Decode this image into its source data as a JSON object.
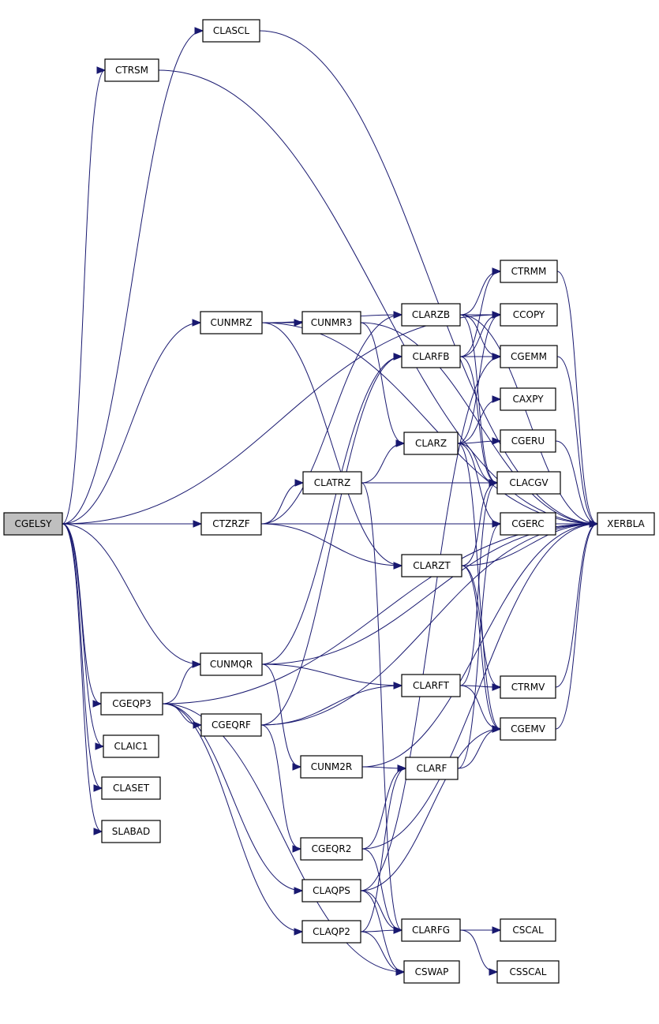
{
  "colors": {
    "edge": "#191970",
    "node_fill": "#ffffff",
    "root_fill": "#bfbfbf",
    "node_stroke": "#000000"
  },
  "nodes": [
    {
      "id": "CGELSY",
      "label": "CGELSY",
      "root": true
    },
    {
      "id": "CLASCL",
      "label": "CLASCL"
    },
    {
      "id": "CTRSM",
      "label": "CTRSM"
    },
    {
      "id": "CUNMRZ",
      "label": "CUNMRZ"
    },
    {
      "id": "CUNMR3",
      "label": "CUNMR3"
    },
    {
      "id": "CTZRZF",
      "label": "CTZRZF"
    },
    {
      "id": "CLATRZ",
      "label": "CLATRZ"
    },
    {
      "id": "CUNMQR",
      "label": "CUNMQR"
    },
    {
      "id": "CGEQP3",
      "label": "CGEQP3"
    },
    {
      "id": "CGEQRF",
      "label": "CGEQRF"
    },
    {
      "id": "CLAIC1",
      "label": "CLAIC1"
    },
    {
      "id": "CLASET",
      "label": "CLASET"
    },
    {
      "id": "SLABAD",
      "label": "SLABAD"
    },
    {
      "id": "CUNM2R",
      "label": "CUNM2R"
    },
    {
      "id": "CGEQR2",
      "label": "CGEQR2"
    },
    {
      "id": "CLAQPS",
      "label": "CLAQPS"
    },
    {
      "id": "CLAQP2",
      "label": "CLAQP2"
    },
    {
      "id": "CLARZB",
      "label": "CLARZB"
    },
    {
      "id": "CLARFB",
      "label": "CLARFB"
    },
    {
      "id": "CLARZ",
      "label": "CLARZ"
    },
    {
      "id": "CLARZT",
      "label": "CLARZT"
    },
    {
      "id": "CLARFT",
      "label": "CLARFT"
    },
    {
      "id": "CLARF",
      "label": "CLARF"
    },
    {
      "id": "CLARFG",
      "label": "CLARFG"
    },
    {
      "id": "CSWAP",
      "label": "CSWAP"
    },
    {
      "id": "CTRMM",
      "label": "CTRMM"
    },
    {
      "id": "CCOPY",
      "label": "CCOPY"
    },
    {
      "id": "CGEMM",
      "label": "CGEMM"
    },
    {
      "id": "CAXPY",
      "label": "CAXPY"
    },
    {
      "id": "CGERU",
      "label": "CGERU"
    },
    {
      "id": "CLACGV",
      "label": "CLACGV"
    },
    {
      "id": "CGERC",
      "label": "CGERC"
    },
    {
      "id": "CTRMV",
      "label": "CTRMV"
    },
    {
      "id": "CGEMV",
      "label": "CGEMV"
    },
    {
      "id": "CSCAL",
      "label": "CSCAL"
    },
    {
      "id": "CSSCAL",
      "label": "CSSCAL"
    },
    {
      "id": "XERBLA",
      "label": "XERBLA"
    }
  ],
  "edges": [
    [
      "CGELSY",
      "CLASCL"
    ],
    [
      "CGELSY",
      "CTRSM"
    ],
    [
      "CGELSY",
      "XERBLA"
    ],
    [
      "CGELSY",
      "CCOPY"
    ],
    [
      "CGELSY",
      "CUNMRZ"
    ],
    [
      "CGELSY",
      "CTZRZF"
    ],
    [
      "CGELSY",
      "CUNMQR"
    ],
    [
      "CGELSY",
      "CGEQP3"
    ],
    [
      "CGELSY",
      "CLAIC1"
    ],
    [
      "CGELSY",
      "CLASET"
    ],
    [
      "CGELSY",
      "SLABAD"
    ],
    [
      "CLASCL",
      "XERBLA"
    ],
    [
      "CTRSM",
      "XERBLA"
    ],
    [
      "CUNMRZ",
      "XERBLA"
    ],
    [
      "CUNMRZ",
      "CLARZB"
    ],
    [
      "CUNMRZ",
      "CUNMR3"
    ],
    [
      "CUNMRZ",
      "CLARZT"
    ],
    [
      "CUNMR3",
      "XERBLA"
    ],
    [
      "CUNMR3",
      "CLARZ"
    ],
    [
      "CTZRZF",
      "CLARZB"
    ],
    [
      "CTZRZF",
      "CLATRZ"
    ],
    [
      "CTZRZF",
      "CLARZT"
    ],
    [
      "CTZRZF",
      "XERBLA"
    ],
    [
      "CLATRZ",
      "CLARZ"
    ],
    [
      "CLATRZ",
      "CLACGV"
    ],
    [
      "CLATRZ",
      "CLARFG"
    ],
    [
      "CUNMQR",
      "CLARFB"
    ],
    [
      "CUNMQR",
      "XERBLA"
    ],
    [
      "CUNMQR",
      "CLARFT"
    ],
    [
      "CUNMQR",
      "CUNM2R"
    ],
    [
      "CGEQP3",
      "CUNMQR"
    ],
    [
      "CGEQP3",
      "CGEQRF"
    ],
    [
      "CGEQP3",
      "XERBLA"
    ],
    [
      "CGEQP3",
      "CLAQPS"
    ],
    [
      "CGEQP3",
      "CLAQP2"
    ],
    [
      "CGEQP3",
      "CSWAP"
    ],
    [
      "CGEQRF",
      "CLARFB"
    ],
    [
      "CGEQRF",
      "CLARFT"
    ],
    [
      "CGEQRF",
      "CGEQR2"
    ],
    [
      "CGEQRF",
      "XERBLA"
    ],
    [
      "CUNM2R",
      "CLARF"
    ],
    [
      "CUNM2R",
      "XERBLA"
    ],
    [
      "CGEQR2",
      "CLARF"
    ],
    [
      "CGEQR2",
      "CLARFG"
    ],
    [
      "CGEQR2",
      "XERBLA"
    ],
    [
      "CLAQPS",
      "CGEMM"
    ],
    [
      "CLAQPS",
      "CGEMV"
    ],
    [
      "CLAQPS",
      "CLARFG"
    ],
    [
      "CLAQPS",
      "CSWAP"
    ],
    [
      "CLAQP2",
      "CLARF"
    ],
    [
      "CLAQP2",
      "CLARFG"
    ],
    [
      "CLAQP2",
      "CSWAP"
    ],
    [
      "CLARZB",
      "CTRMM"
    ],
    [
      "CLARZB",
      "CCOPY"
    ],
    [
      "CLARZB",
      "CGEMM"
    ],
    [
      "CLARZB",
      "CLACGV"
    ],
    [
      "CLARZB",
      "XERBLA"
    ],
    [
      "CLARFB",
      "CTRMM"
    ],
    [
      "CLARFB",
      "CCOPY"
    ],
    [
      "CLARFB",
      "CGEMM"
    ],
    [
      "CLARFB",
      "CLACGV"
    ],
    [
      "CLARZ",
      "CCOPY"
    ],
    [
      "CLARZ",
      "CAXPY"
    ],
    [
      "CLARZ",
      "CGERU"
    ],
    [
      "CLARZ",
      "CLACGV"
    ],
    [
      "CLARZ",
      "CGERC"
    ],
    [
      "CLARZ",
      "CGEMV"
    ],
    [
      "CLARZT",
      "CLACGV"
    ],
    [
      "CLARZT",
      "XERBLA"
    ],
    [
      "CLARZT",
      "CTRMV"
    ],
    [
      "CLARZT",
      "CGEMV"
    ],
    [
      "CLARFT",
      "CLACGV"
    ],
    [
      "CLARFT",
      "CTRMV"
    ],
    [
      "CLARFT",
      "CGEMV"
    ],
    [
      "CLARF",
      "CGEMV"
    ],
    [
      "CLARF",
      "CGERC"
    ],
    [
      "CLARFG",
      "CSCAL"
    ],
    [
      "CLARFG",
      "CSSCAL"
    ],
    [
      "CTRMM",
      "XERBLA"
    ],
    [
      "CGEMM",
      "XERBLA"
    ],
    [
      "CGERU",
      "XERBLA"
    ],
    [
      "CGERC",
      "XERBLA"
    ],
    [
      "CTRMV",
      "XERBLA"
    ],
    [
      "CGEMV",
      "XERBLA"
    ]
  ]
}
